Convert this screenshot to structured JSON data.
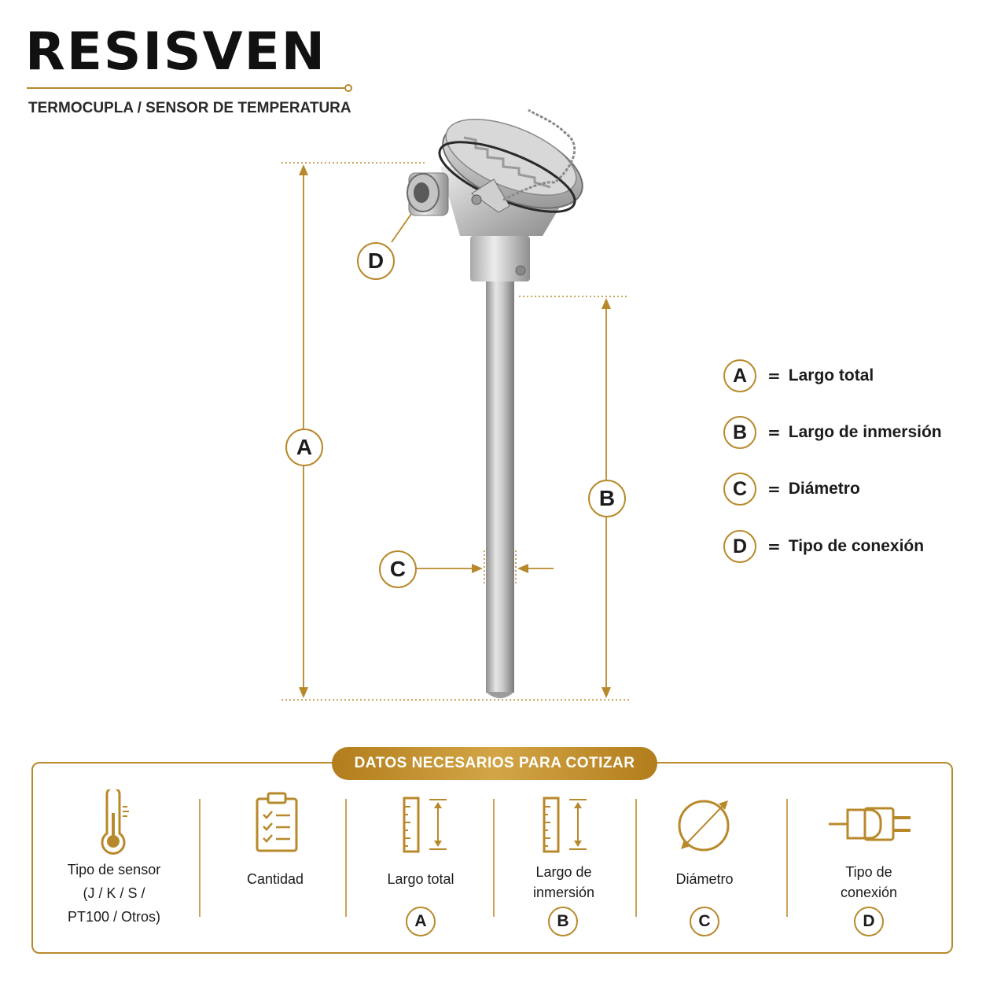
{
  "brand": {
    "logo_text": "RESISVEN",
    "subtitle": "TERMOCUPLA / SENSOR DE TEMPERATURA",
    "accent_color": "#b8892b"
  },
  "dimensions": {
    "A": "A",
    "B": "B",
    "C": "C",
    "D": "D"
  },
  "legend": [
    {
      "letter": "A",
      "eq": "=",
      "text": "Largo total"
    },
    {
      "letter": "B",
      "eq": "=",
      "text": "Largo de inmersión"
    },
    {
      "letter": "C",
      "eq": "=",
      "text": "Diámetro"
    },
    {
      "letter": "D",
      "eq": "=",
      "text": "Tipo de conexión"
    }
  ],
  "panel": {
    "banner": "DATOS NECESARIOS PARA COTIZAR",
    "columns": [
      {
        "icon": "thermometer-icon",
        "line1": "Tipo de sensor",
        "line2": "(J / K / S /",
        "line3": "PT100 / Otros)",
        "badge": ""
      },
      {
        "icon": "clipboard-checklist-icon",
        "line1": "Cantidad",
        "line2": "",
        "line3": "",
        "badge": ""
      },
      {
        "icon": "ruler-length-icon",
        "line1": "Largo total",
        "line2": "",
        "line3": "",
        "badge": "A"
      },
      {
        "icon": "ruler-immersion-icon",
        "line1": "Largo de",
        "line2": "inmersión",
        "line3": "",
        "badge": "B"
      },
      {
        "icon": "diameter-icon",
        "line1": "Diámetro",
        "line2": "",
        "line3": "",
        "badge": "C"
      },
      {
        "icon": "plug-connector-icon",
        "line1": "Tipo de",
        "line2": "conexión",
        "line3": "",
        "badge": "D"
      }
    ]
  }
}
